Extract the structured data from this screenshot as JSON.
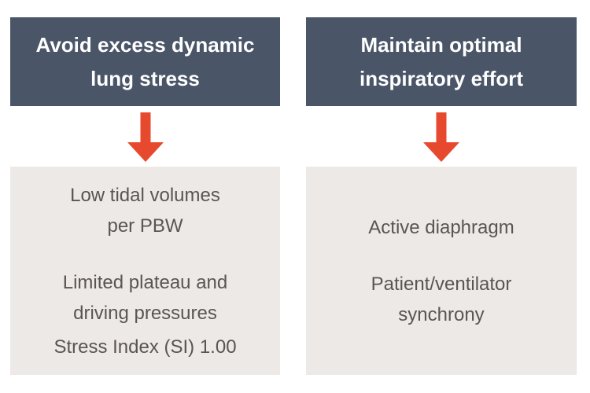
{
  "colors": {
    "page_bg": "#ffffff",
    "header_bg": "#4A5668",
    "header_text": "#ffffff",
    "arrow": "#E7492E",
    "box_bg": "#ECE9E7",
    "box_text": "#5A5552"
  },
  "columns": [
    {
      "header": "Avoid excess dynamic lung stress",
      "items": [
        "Low tidal volumes\nper PBW",
        "Limited plateau and\ndriving pressures",
        "Stress Index (SI) 1.00"
      ]
    },
    {
      "header": "Maintain optimal inspiratory effort",
      "items": [
        "Active diaphragm",
        "Patient/ventilator\nsynchrony"
      ]
    }
  ]
}
